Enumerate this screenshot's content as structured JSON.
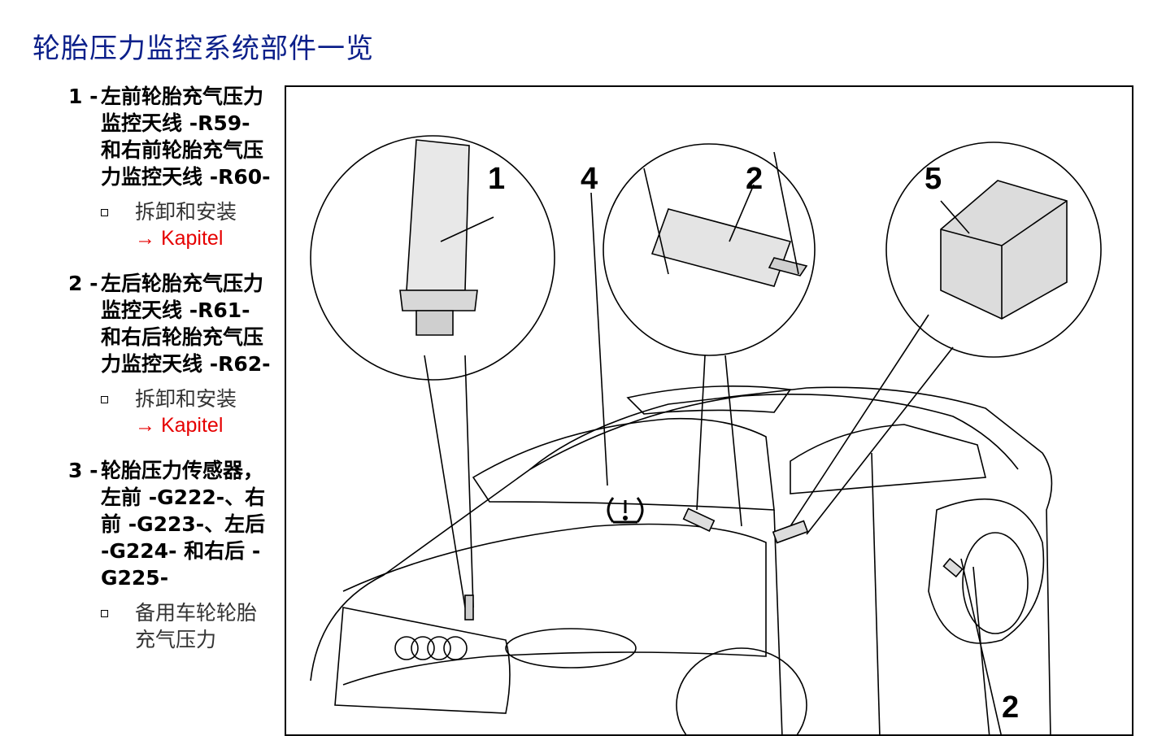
{
  "page_title": "轮胎压力监控系统部件一览",
  "items": [
    {
      "number": "1 -",
      "text": "左前轮胎充气压力监控天线 -R59- 和右前轮胎充气压力监控天线 -R60-",
      "sub_text": "拆卸和安装",
      "sub_link": "→ Kapitel"
    },
    {
      "number": "2 -",
      "text": "左后轮胎充气压力监控天线 -R61- 和右后轮胎充气压力监控天线 -R62-",
      "sub_text": "拆卸和安装",
      "sub_link": "→ Kapitel"
    },
    {
      "number": "3 -",
      "text": "轮胎压力传感器，左前 -G222-、右前 -G223-、左后 -G224- 和右后 -G225-",
      "sub_text": "备用车轮轮胎充气压力"
    }
  ],
  "figure": {
    "callouts": [
      "1",
      "4",
      "2",
      "5",
      "2"
    ]
  }
}
